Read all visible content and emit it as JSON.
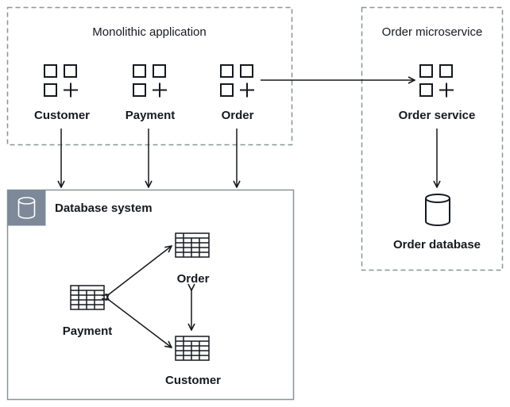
{
  "monolith": {
    "title": "Monolithic application",
    "modules": [
      {
        "label": "Customer",
        "icon": "module-icon"
      },
      {
        "label": "Payment",
        "icon": "module-icon"
      },
      {
        "label": "Order",
        "icon": "module-icon"
      }
    ]
  },
  "microservice": {
    "title": "Order microservice",
    "service_label": "Order service",
    "database_label": "Order database"
  },
  "database_system": {
    "title": "Database system",
    "tables": {
      "order": "Order",
      "payment": "Payment",
      "customer": "Customer"
    }
  },
  "colors": {
    "dashed_border": "#879596",
    "solid_border": "#879596",
    "db_header_fill": "#7d8998",
    "stroke": "#16191f"
  }
}
